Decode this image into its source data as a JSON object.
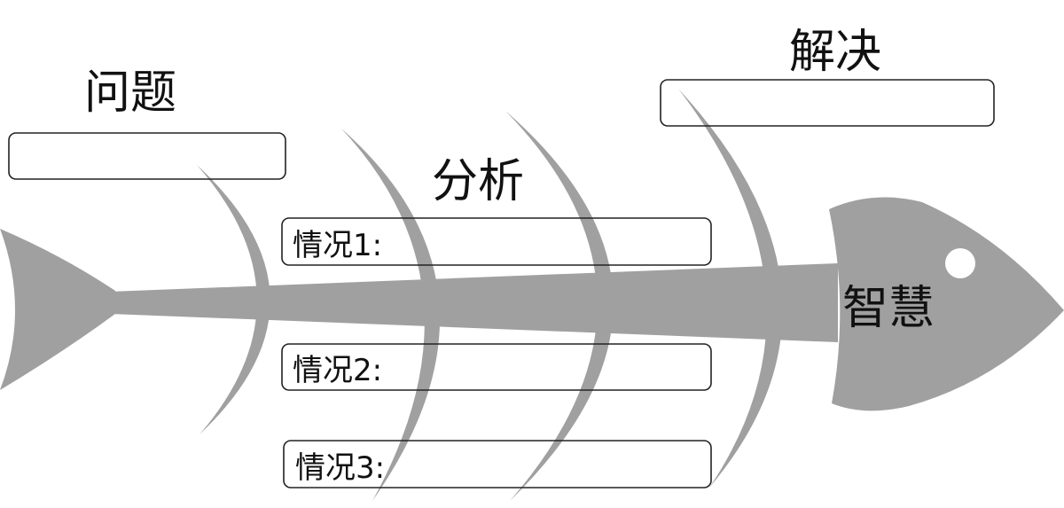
{
  "labels": {
    "problem": "问题",
    "solution": "解决",
    "analysis": "分析",
    "wisdom": "智慧"
  },
  "situations": [
    {
      "label": "情况1:"
    },
    {
      "label": "情况2:"
    },
    {
      "label": "情况3:"
    }
  ],
  "colors": {
    "fish": "#a0a0a0",
    "box_outline": "#222222",
    "eye": "#ffffff"
  }
}
